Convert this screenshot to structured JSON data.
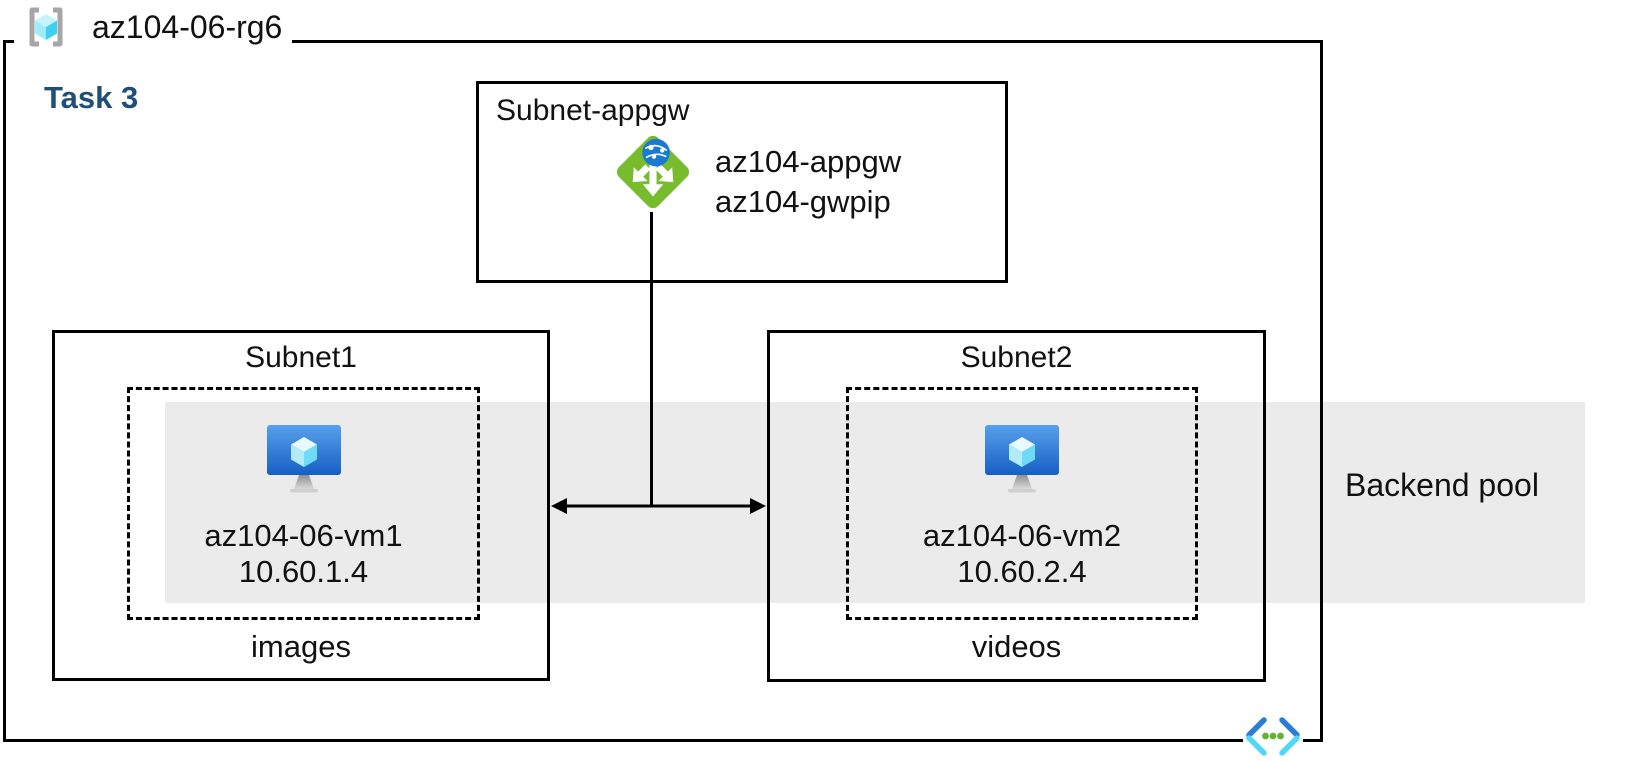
{
  "resource_group": {
    "name": "az104-06-rg6"
  },
  "task": {
    "label": "Task 3"
  },
  "appgw_subnet": {
    "title": "Subnet-appgw",
    "gateway_name": "az104-appgw",
    "public_ip_name": "az104-gwpip"
  },
  "subnet1": {
    "title": "Subnet1",
    "vm_name": "az104-06-vm1",
    "vm_ip": "10.60.1.4",
    "caption": "images"
  },
  "subnet2": {
    "title": "Subnet2",
    "vm_name": "az104-06-vm2",
    "vm_ip": "10.60.2.4",
    "caption": "videos"
  },
  "backend_pool": {
    "label": "Backend pool"
  },
  "icons": {
    "resource_group": "resource-group-icon",
    "application_gateway": "application-gateway-icon",
    "virtual_machine": "virtual-machine-icon",
    "virtual_network": "virtual-network-icon"
  },
  "colors": {
    "task_label_blue": "#1f4e79",
    "appgw_green": "#76bc2d",
    "globe_blue": "#1979d3",
    "vm_blue_top": "#57a0ec",
    "vm_blue_bottom": "#1660c4",
    "cube_cyan": "#50e6ff",
    "backend_band_gray": "#ebebeb",
    "vnet_dark_blue": "#2b7cd3",
    "vnet_light_cyan": "#53d7f8",
    "vnet_dot_green": "#62b32e",
    "bracket_gray": "#a6a6a6",
    "line_black": "#000000"
  }
}
